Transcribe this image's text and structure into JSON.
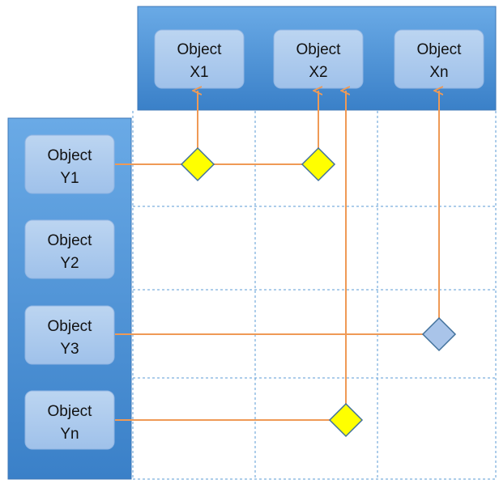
{
  "top_objects": [
    {
      "id": "x1",
      "line1": "Object",
      "line2": "X1"
    },
    {
      "id": "x2",
      "line1": "Object",
      "line2": "X2"
    },
    {
      "id": "xn",
      "line1": "Object",
      "line2": "Xn"
    }
  ],
  "left_objects": [
    {
      "id": "y1",
      "line1": "Object",
      "line2": "Y1"
    },
    {
      "id": "y2",
      "line1": "Object",
      "line2": "Y2"
    },
    {
      "id": "y3",
      "line1": "Object",
      "line2": "Y3"
    },
    {
      "id": "yn",
      "line1": "Object",
      "line2": "Yn"
    }
  ],
  "relations": [
    {
      "from": "y1",
      "to": "x1",
      "marker": "yellow-diamond"
    },
    {
      "from": "y1",
      "to": "x2",
      "marker": "yellow-diamond"
    },
    {
      "from": "y3",
      "to": "xn",
      "marker": "blue-diamond"
    },
    {
      "from": "yn",
      "to": "x2",
      "marker": "yellow-diamond"
    }
  ],
  "colors": {
    "panel_dark": "#3a80c8",
    "panel_light": "#6aaae6",
    "box_fill": "#a9c8ec",
    "connector": "#ef9a56",
    "grid_line": "#5b9bd5",
    "diamond_yellow": "#ffff00",
    "diamond_blue": "#a9c4e9",
    "diamond_stroke": "#41719c"
  }
}
